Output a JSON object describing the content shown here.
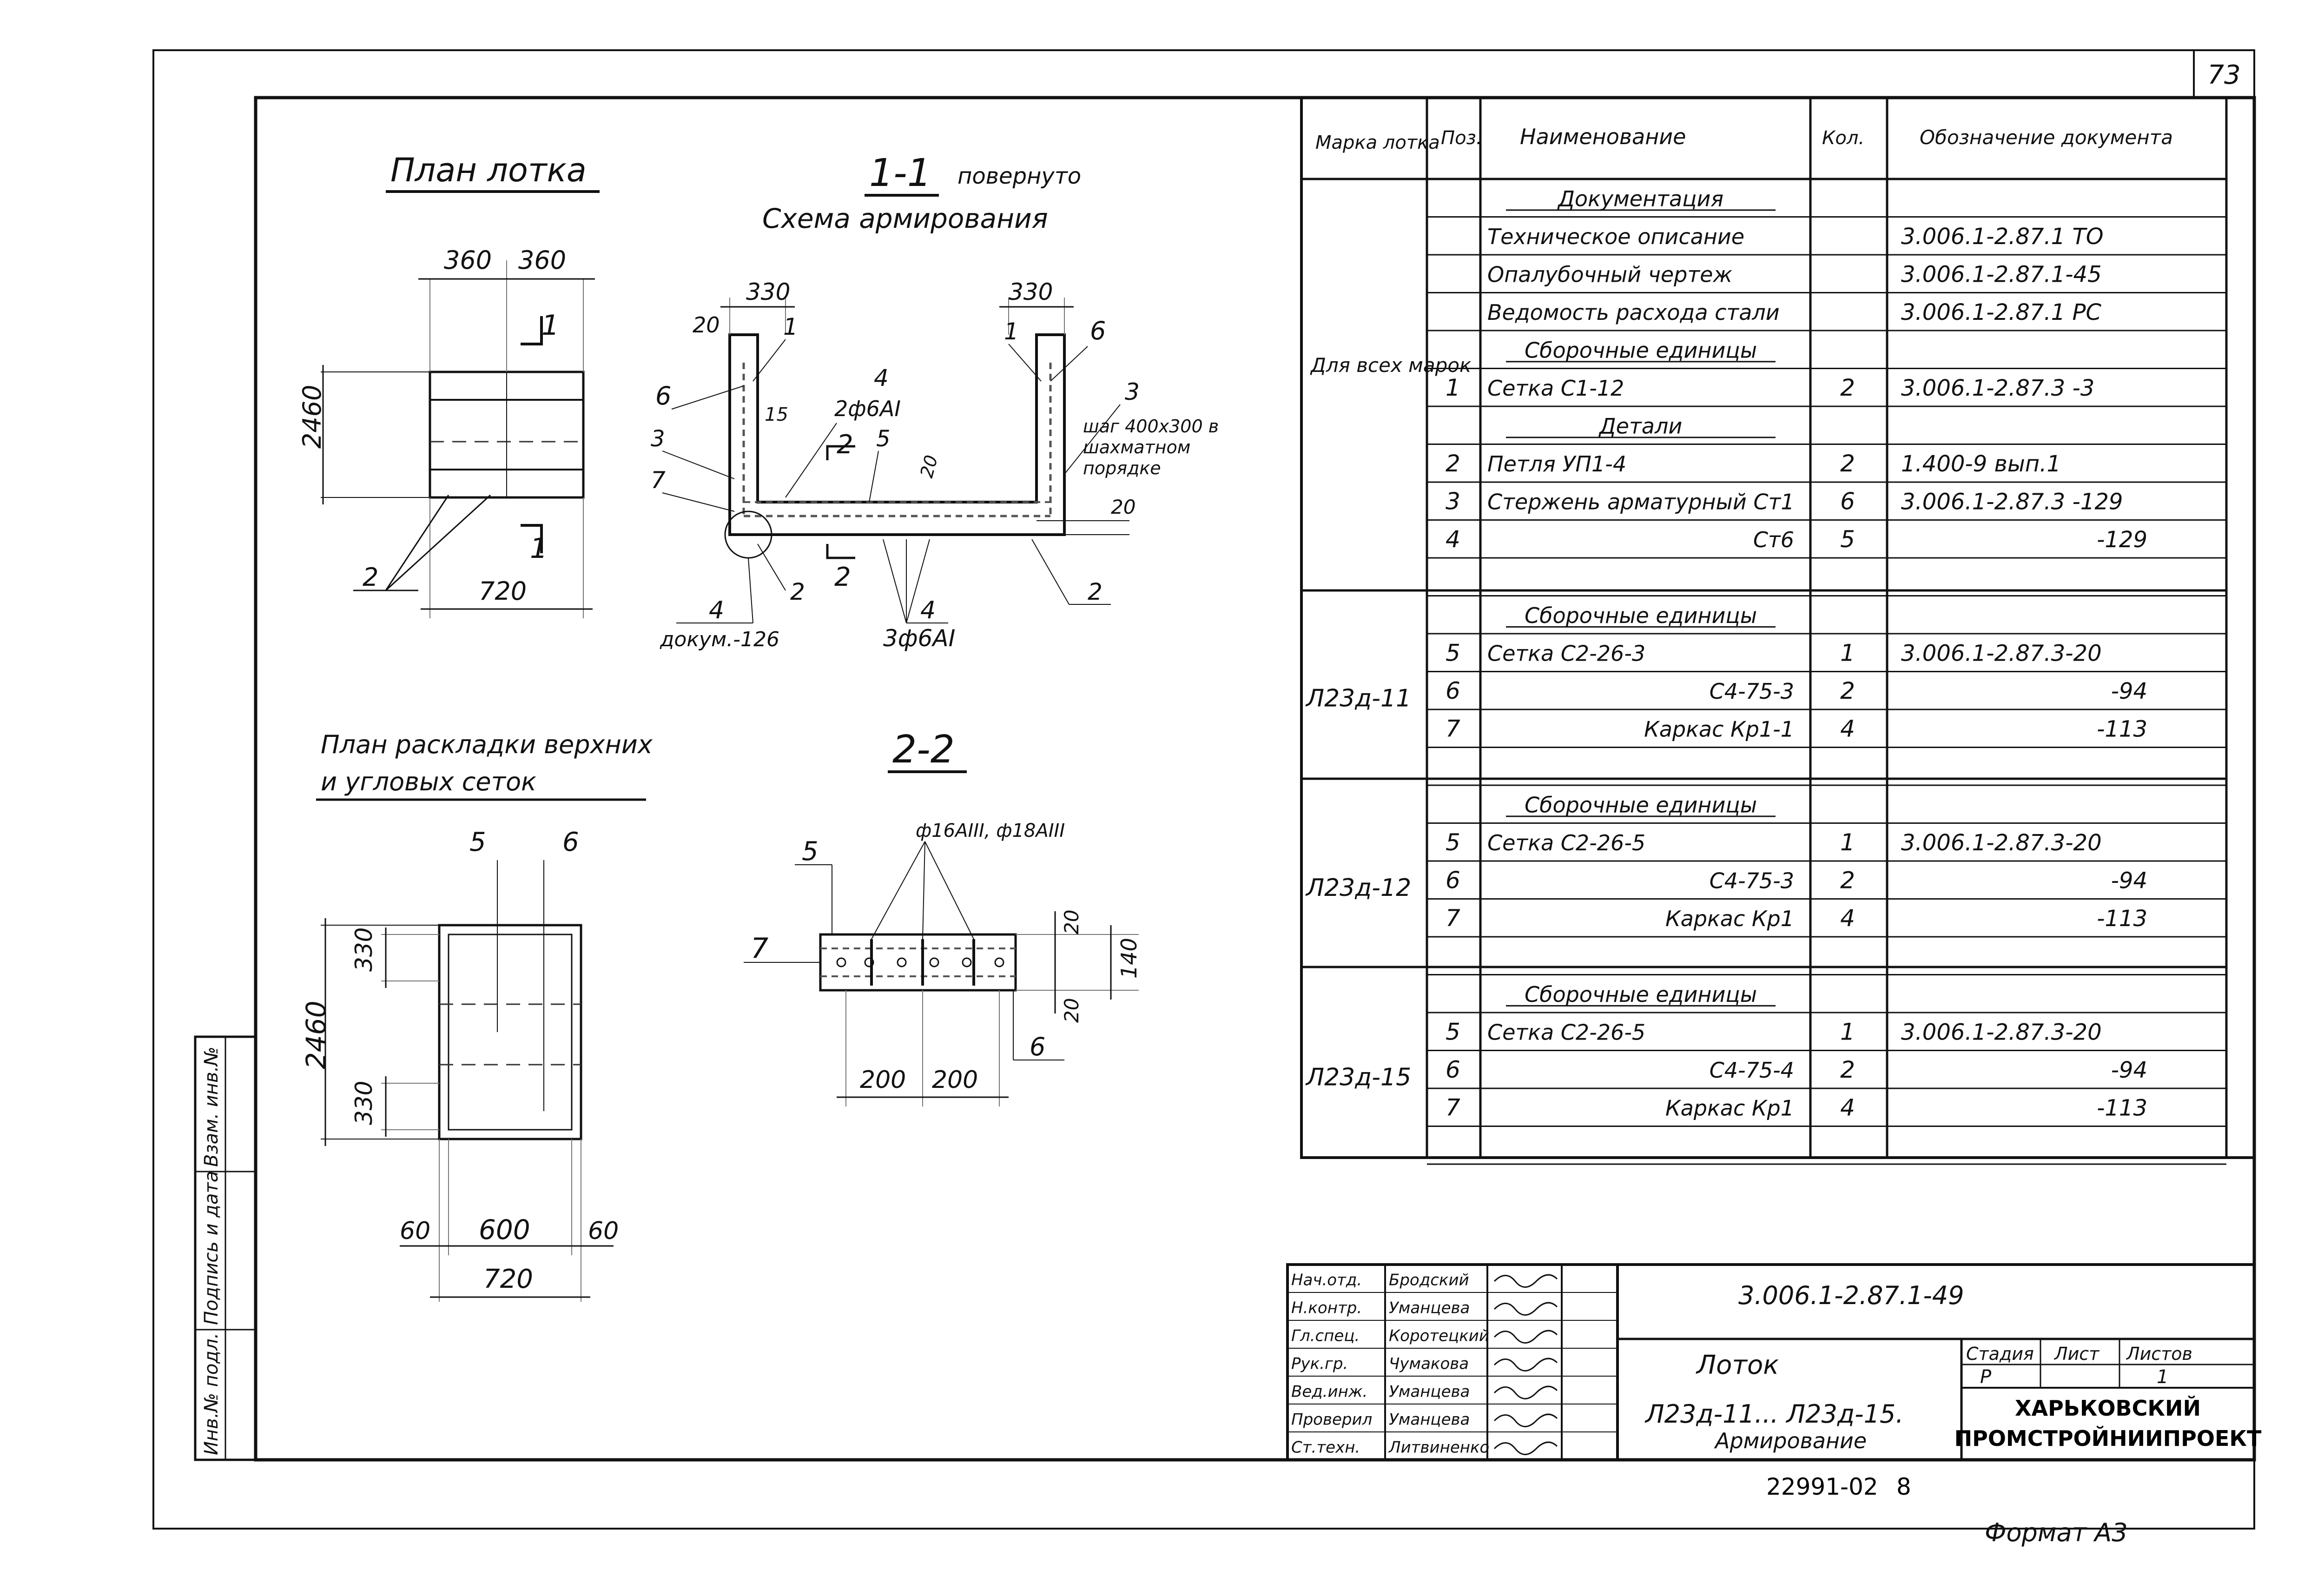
{
  "sheet_number": "73",
  "views": {
    "plan": {
      "title": "План лотка",
      "dims": [
        "360",
        "360",
        "2460",
        "720"
      ],
      "marks": [
        "1",
        "1",
        "2"
      ]
    },
    "section11": {
      "title_num": "1-1",
      "title_word": "повернуто",
      "subtitle": "Схема армирования",
      "dims": [
        "330",
        "330",
        "20",
        "15",
        "20",
        "20"
      ],
      "labels": {
        "l1a": "1",
        "l1b": "1",
        "l6a": "6",
        "l6b": "6",
        "l3a": "3",
        "l3b": "3",
        "l4a": "4",
        "rebar_top": "2ф6АI",
        "sec2": "2",
        "sec2b": "2",
        "l5": "5",
        "l7": "7",
        "l4b": "4",
        "doc126": "докум.-126",
        "l2a": "2",
        "l4c": "4",
        "rebar_bot": "3ф6АI",
        "l2b": "2",
        "note": [
          "шаг 400х300 в",
          "шахматном",
          "порядке"
        ]
      }
    },
    "mesh_plan": {
      "title": [
        "План раскладки верхних",
        "и угловых сеток"
      ],
      "dims": [
        "330",
        "2460",
        "330",
        "60",
        "600",
        "60",
        "720"
      ],
      "marks": [
        "5",
        "6"
      ]
    },
    "section22": {
      "title": "2-2",
      "bars": "ф16АIII, ф18АIII",
      "dims": [
        "20",
        "140",
        "20",
        "200",
        "200"
      ],
      "marks": [
        "5",
        "7",
        "6"
      ]
    }
  },
  "spec_table": {
    "headers": [
      "Марка лотка",
      "Поз.",
      "Наименование",
      "Кол.",
      "Обозначение документа"
    ],
    "group_label_all": "Для всех марок",
    "rows": [
      {
        "mark": "",
        "pos": "",
        "name": "Документация",
        "qty": "",
        "doc": "",
        "heading": true
      },
      {
        "mark": "",
        "pos": "",
        "name": "Техническое описание",
        "qty": "",
        "doc": "3.006.1-2.87.1 ТО"
      },
      {
        "mark": "",
        "pos": "",
        "name": "Опалубочный чертеж",
        "qty": "",
        "doc": "3.006.1-2.87.1-45"
      },
      {
        "mark": "",
        "pos": "",
        "name": "Ведомость расхода стали",
        "qty": "",
        "doc": "3.006.1-2.87.1 РС"
      },
      {
        "mark": "",
        "pos": "",
        "name": "Сборочные единицы",
        "qty": "",
        "doc": "",
        "heading": true
      },
      {
        "mark": "",
        "pos": "1",
        "name": "Сетка  С1-12",
        "qty": "2",
        "doc": "3.006.1-2.87.3 -3"
      },
      {
        "mark": "",
        "pos": "",
        "name": "Детали",
        "qty": "",
        "doc": "",
        "heading": true
      },
      {
        "mark": "",
        "pos": "2",
        "name": "Петля  УП1-4",
        "qty": "2",
        "doc": "1.400-9 вып.1"
      },
      {
        "mark": "",
        "pos": "3",
        "name": "Стержень арматурный Ст1",
        "qty": "6",
        "doc": "3.006.1-2.87.3 -129"
      },
      {
        "mark": "",
        "pos": "4",
        "name": "Ст6",
        "qty": "5",
        "doc": "-129",
        "right": true
      },
      {
        "mark": "",
        "pos": "",
        "name": "",
        "qty": "",
        "doc": ""
      },
      {
        "mark": "",
        "pos": "",
        "name": "Сборочные единицы",
        "qty": "",
        "doc": "",
        "heading": true
      },
      {
        "mark": "",
        "pos": "5",
        "name": "Сетка   С2-26-3",
        "qty": "1",
        "doc": "3.006.1-2.87.3-20"
      },
      {
        "mark": "Л23д-11",
        "pos": "6",
        "name": "С4-75-3",
        "qty": "2",
        "doc": "-94",
        "right": true
      },
      {
        "mark": "",
        "pos": "7",
        "name": "Каркас  Кр1-1",
        "qty": "4",
        "doc": "-113",
        "right": true
      },
      {
        "mark": "",
        "pos": "",
        "name": "",
        "qty": "",
        "doc": ""
      },
      {
        "mark": "",
        "pos": "",
        "name": "Сборочные единицы",
        "qty": "",
        "doc": "",
        "heading": true
      },
      {
        "mark": "",
        "pos": "5",
        "name": "Сетка   С2-26-5",
        "qty": "1",
        "doc": "3.006.1-2.87.3-20"
      },
      {
        "mark": "Л23д-12",
        "pos": "6",
        "name": "С4-75-3",
        "qty": "2",
        "doc": "-94",
        "right": true
      },
      {
        "mark": "",
        "pos": "7",
        "name": "Каркас   Кр1",
        "qty": "4",
        "doc": "-113",
        "right": true
      },
      {
        "mark": "",
        "pos": "",
        "name": "",
        "qty": "",
        "doc": ""
      },
      {
        "mark": "",
        "pos": "",
        "name": "Сборочные единицы",
        "qty": "",
        "doc": "",
        "heading": true
      },
      {
        "mark": "",
        "pos": "5",
        "name": "Сетка   С2-26-5",
        "qty": "1",
        "doc": "3.006.1-2.87.3-20"
      },
      {
        "mark": "Л23д-15",
        "pos": "6",
        "name": "С4-75-4",
        "qty": "2",
        "doc": "-94",
        "right": true
      },
      {
        "mark": "",
        "pos": "7",
        "name": "Каркас   Кр1",
        "qty": "4",
        "doc": "-113",
        "right": true
      },
      {
        "mark": "",
        "pos": "",
        "name": "",
        "qty": "",
        "doc": ""
      }
    ]
  },
  "title_block": {
    "signatures": [
      {
        "role": "Нач.отд.",
        "name": "Бродский"
      },
      {
        "role": "Н.контр.",
        "name": "Уманцева"
      },
      {
        "role": "Гл.спец.",
        "name": "Коротецкий"
      },
      {
        "role": "Рук.гр.",
        "name": "Чумакова"
      },
      {
        "role": "Вед.инж.",
        "name": "Уманцева"
      },
      {
        "role": "Проверил",
        "name": "Уманцева"
      },
      {
        "role": "Ст.техн.",
        "name": "Литвиненко"
      }
    ],
    "doc_code": "3.006.1-2.87.1-49",
    "object": "Лоток",
    "description_1": "Л23д-11...  Л23д-15.",
    "description_2": "Армирование",
    "stage_header": "Стадия",
    "sheet_header": "Лист",
    "sheets_header": "Листов",
    "stage": "Р",
    "sheets": "1",
    "org_1": "ХАРЬКОВСКИЙ",
    "org_2": "ПРОМСТРОЙНИИПРОЕКТ"
  },
  "side_stamp": [
    "Инв.№ подл.",
    "Подпись и дата",
    "Взам. инв.№"
  ],
  "archive_no": "22991-02",
  "archive_page": "8",
  "format": "Формат А3"
}
